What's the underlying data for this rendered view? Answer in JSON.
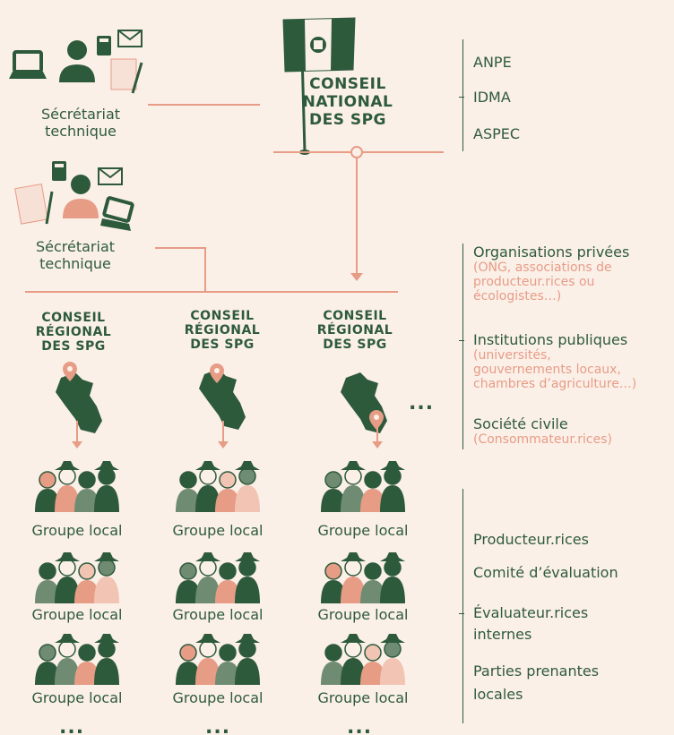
{
  "national": {
    "title_lines": [
      "CONSEIL",
      "NATIONAL",
      "DES SPG"
    ],
    "members": [
      "ANPE",
      "IDMA",
      "ASPEC"
    ]
  },
  "secretariat": {
    "national_label_lines": [
      "Sécrétariat",
      "technique"
    ],
    "regional_label_lines": [
      "Sécrétariat",
      "technique"
    ]
  },
  "regional": {
    "titles": [
      [
        "CONSEIL",
        "RÉGIONAL",
        "DES SPG"
      ],
      [
        "CONSEIL",
        "RÉGIONAL",
        "DES SPG"
      ],
      [
        "CONSEIL",
        "RÉGIONAL",
        "DES SPG"
      ]
    ],
    "more": "..."
  },
  "groups": {
    "label": "Groupe local",
    "more": "..."
  },
  "regional_members": [
    {
      "title": "Organisations privées",
      "detail_lines": [
        "(ONG, associations de",
        "producteur.rices ou",
        "écologistes…)"
      ]
    },
    {
      "title": "Institutions publiques",
      "detail_lines": [
        "(universités,",
        "gouvernements locaux,",
        "chambres d’agriculture…)"
      ]
    },
    {
      "title": "Société civile",
      "detail_lines": [
        "(Consommateur.rices)"
      ]
    }
  ],
  "local_members": [
    [
      "Producteur.rices"
    ],
    [
      "Comité d’évaluation"
    ],
    [
      "Évaluateur.rices",
      "internes"
    ],
    [
      "Parties prenantes",
      "locales"
    ]
  ],
  "colors": {
    "background": "#fbf0e8",
    "green": "#2e5a3c",
    "salmon": "#e79c86"
  }
}
